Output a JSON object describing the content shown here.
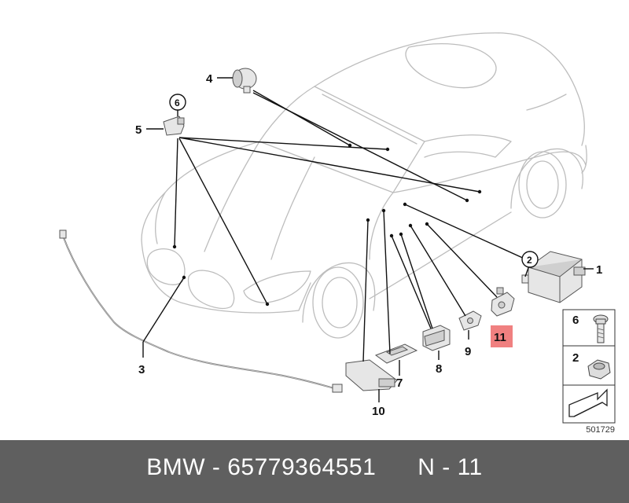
{
  "callouts": {
    "c1": "1",
    "c2": "2",
    "c3": "3",
    "c4": "4",
    "c5": "5",
    "c6": "6",
    "c7": "7",
    "c8": "8",
    "c9": "9",
    "c10": "10",
    "c11": "11"
  },
  "legend": {
    "item6": "6",
    "item2": "2"
  },
  "ref_code": "501729",
  "footer": {
    "text": "BMW - 65779364551      N - 11"
  },
  "colors": {
    "highlight": "#f08080",
    "footer_bg": "#5f5f5f",
    "line": "#111111"
  },
  "icons": [
    "bolt-icon",
    "hex-nut-icon",
    "arrow-icon"
  ]
}
